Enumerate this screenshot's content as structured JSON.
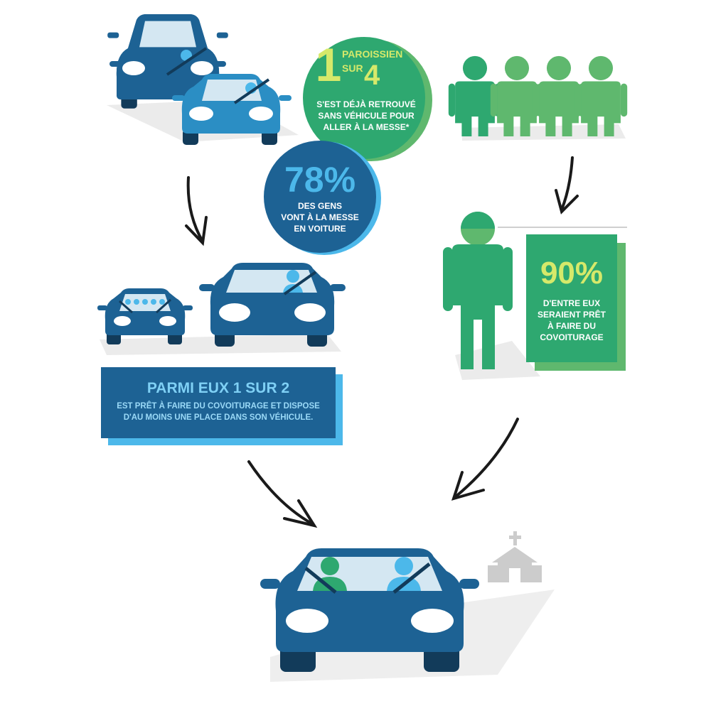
{
  "stat_paroissien": {
    "number": "1",
    "word1": "PAROISSIEN",
    "word2": "SUR",
    "number2": "4",
    "caption_line1": "S'EST DÉJÀ RETROUVÉ",
    "caption_line2": "SANS VÉHICULE POUR",
    "caption_line3": "ALLER À LA MESSE*"
  },
  "stat_voiture": {
    "percent": "78%",
    "caption_line1": "DES GENS",
    "caption_line2": "VONT À LA MESSE",
    "caption_line3": "EN VOITURE"
  },
  "stat_parmi": {
    "title": "PARMI EUX 1 SUR 2",
    "line1": "EST PRÊT À FAIRE DU COVOITURAGE ET DISPOSE",
    "line2": "D'AU MOINS UNE PLACE DANS SON VÉHICULE."
  },
  "stat_covoiturage": {
    "percent": "90%",
    "line1": "D'ENTRE EUX",
    "line2": "SERAIENT PRÊT",
    "line3": "À FAIRE DU",
    "line4": "COVOITURAGE"
  },
  "colors": {
    "dark_blue": "#1d6294",
    "mid_blue": "#2b8ec4",
    "light_blue": "#4cb8ea",
    "dark_green": "#2ea870",
    "light_green": "#5fb86e",
    "grey": "#cfcfcf"
  }
}
